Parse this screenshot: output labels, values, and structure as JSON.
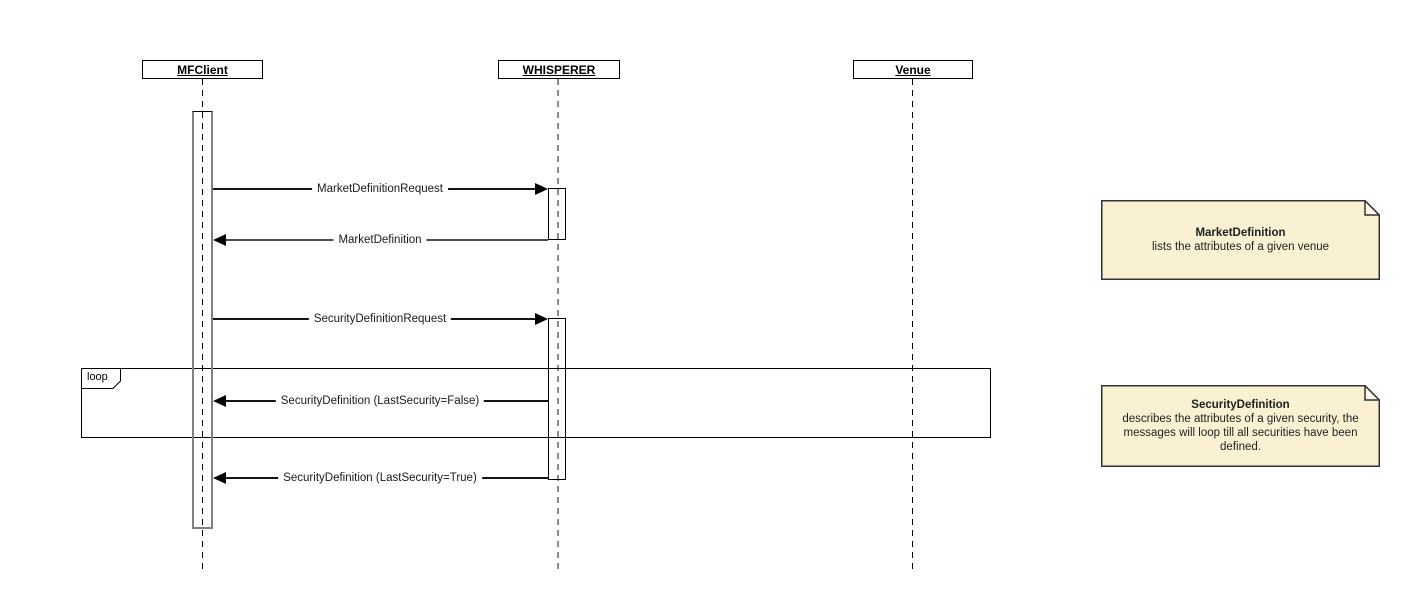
{
  "diagram_type": "uml-sequence-diagram",
  "actors": [
    {
      "name": "MFClient"
    },
    {
      "name": "WHISPERER"
    },
    {
      "name": "Venue"
    }
  ],
  "messages": [
    {
      "label": "MarketDefinitionRequest",
      "from": "MFClient",
      "to": "WHISPERER",
      "direction": "right"
    },
    {
      "label": "MarketDefinition",
      "from": "WHISPERER",
      "to": "MFClient",
      "direction": "left"
    },
    {
      "label": "SecurityDefinitionRequest",
      "from": "MFClient",
      "to": "WHISPERER",
      "direction": "right"
    },
    {
      "label": "SecurityDefinition (LastSecurity=False)",
      "from": "WHISPERER",
      "to": "MFClient",
      "direction": "left"
    },
    {
      "label": "SecurityDefinition (LastSecurity=True)",
      "from": "WHISPERER",
      "to": "MFClient",
      "direction": "left"
    }
  ],
  "fragment": {
    "label": "loop"
  },
  "notes": [
    {
      "title": "MarketDefinition",
      "body": "lists the attributes of a given venue"
    },
    {
      "title": "SecurityDefinition",
      "body": "describes the attributes of a given security, the messages will loop till all securities have been defined."
    }
  ],
  "colors": {
    "note_fill": "#FAF0D2",
    "note_border": "#333333",
    "line": "#141414",
    "activation_border": "#808080",
    "background": "#ffffff"
  }
}
